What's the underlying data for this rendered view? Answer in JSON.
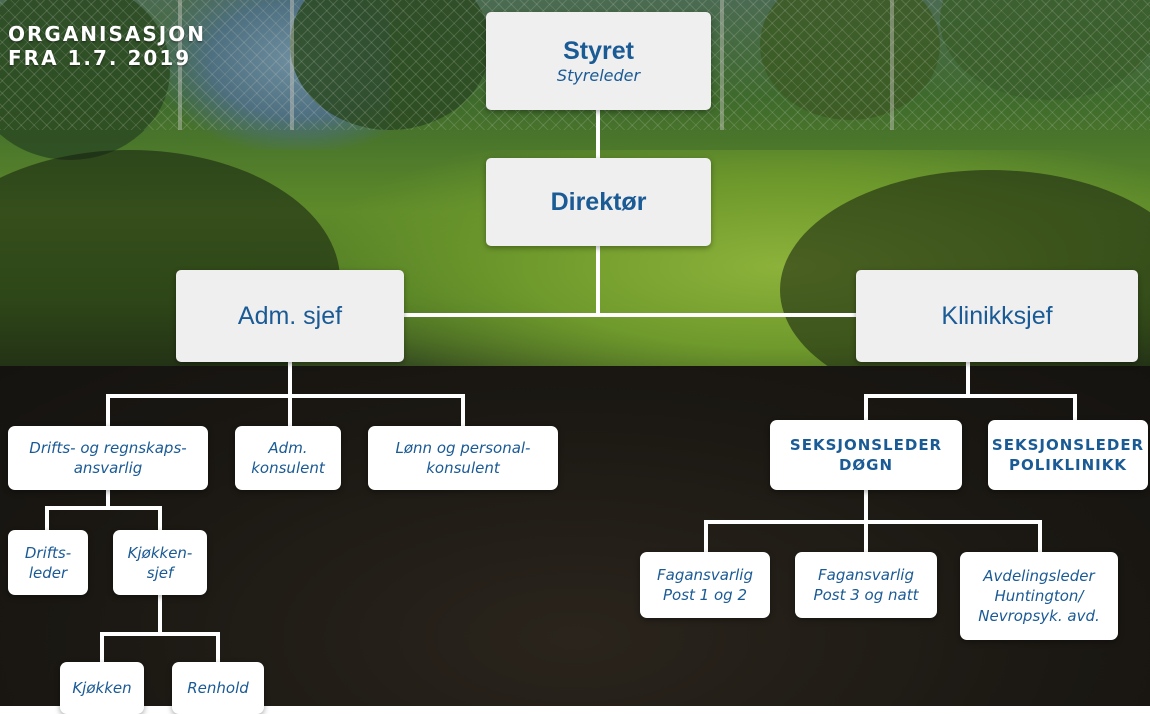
{
  "page": {
    "title_line1": "ORGANISASJON",
    "title_line2": "FRA 1.7. 2019"
  },
  "colors": {
    "node_text": "#1a5a95",
    "node_bg": "#ffffff",
    "top_node_bg": "#efefef",
    "connector": "#ffffff"
  },
  "org": {
    "board": {
      "title": "Styret",
      "subtitle": "Styreleder"
    },
    "director": {
      "title": "Direktør"
    },
    "admin_chief": {
      "title": "Adm. sjef"
    },
    "clinic_chief": {
      "title": "Klinikksjef"
    },
    "admin_units": [
      {
        "line1": "Drifts- og regnskaps-",
        "line2": "ansvarlig"
      },
      {
        "line1": "Adm.",
        "line2": "konsulent"
      },
      {
        "line1": "Lønn og  personal-",
        "line2": "konsulent"
      }
    ],
    "operations_units": [
      {
        "line1": "Drifts-",
        "line2": "leder"
      },
      {
        "line1": "Kjøkken-",
        "line2": "sjef"
      }
    ],
    "kitchen_units": [
      "Kjøkken",
      "Renhold"
    ],
    "section_leaders": [
      {
        "line1": "SEKSJONSLEDER",
        "line2": "DØGN"
      },
      {
        "line1": "SEKSJONSLEDER",
        "line2": "POLIKLINIKK"
      }
    ],
    "ward_units": [
      {
        "line1": "Fagansvarlig",
        "line2": "Post 1 og 2",
        "line3": ""
      },
      {
        "line1": "Fagansvarlig",
        "line2": "Post 3 og natt",
        "line3": ""
      },
      {
        "line1": "Avdelingsleder",
        "line2": "Huntington/",
        "line3": "Nevropsyk. avd."
      }
    ]
  }
}
